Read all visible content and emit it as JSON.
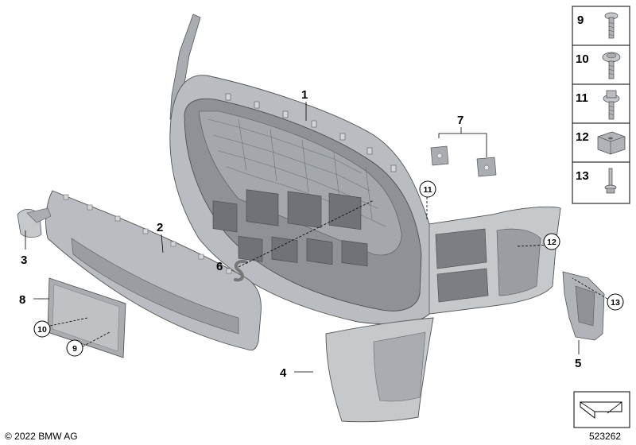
{
  "callouts": {
    "c1": "1",
    "c2": "2",
    "c3": "3",
    "c4": "4",
    "c5": "5",
    "c6": "6",
    "c7": "7",
    "c8": "8"
  },
  "circled": {
    "k9": "9",
    "k10": "10",
    "k11": "11",
    "k12": "12",
    "k13": "13"
  },
  "legend": {
    "items": [
      {
        "number": "9",
        "icon": "screw-icon"
      },
      {
        "number": "10",
        "icon": "collar-screw-icon"
      },
      {
        "number": "11",
        "icon": "flange-screw-icon"
      },
      {
        "number": "12",
        "icon": "clip-nut-icon"
      },
      {
        "number": "13",
        "icon": "expanding-rivet-icon"
      }
    ]
  },
  "footer": {
    "copyright": "© 2022 BMW AG",
    "diagram_number": "523262"
  },
  "colors": {
    "part_fill": "#b9bcc0",
    "part_light": "#d3d6d9",
    "part_dark": "#8e9296",
    "line": "#000000"
  }
}
